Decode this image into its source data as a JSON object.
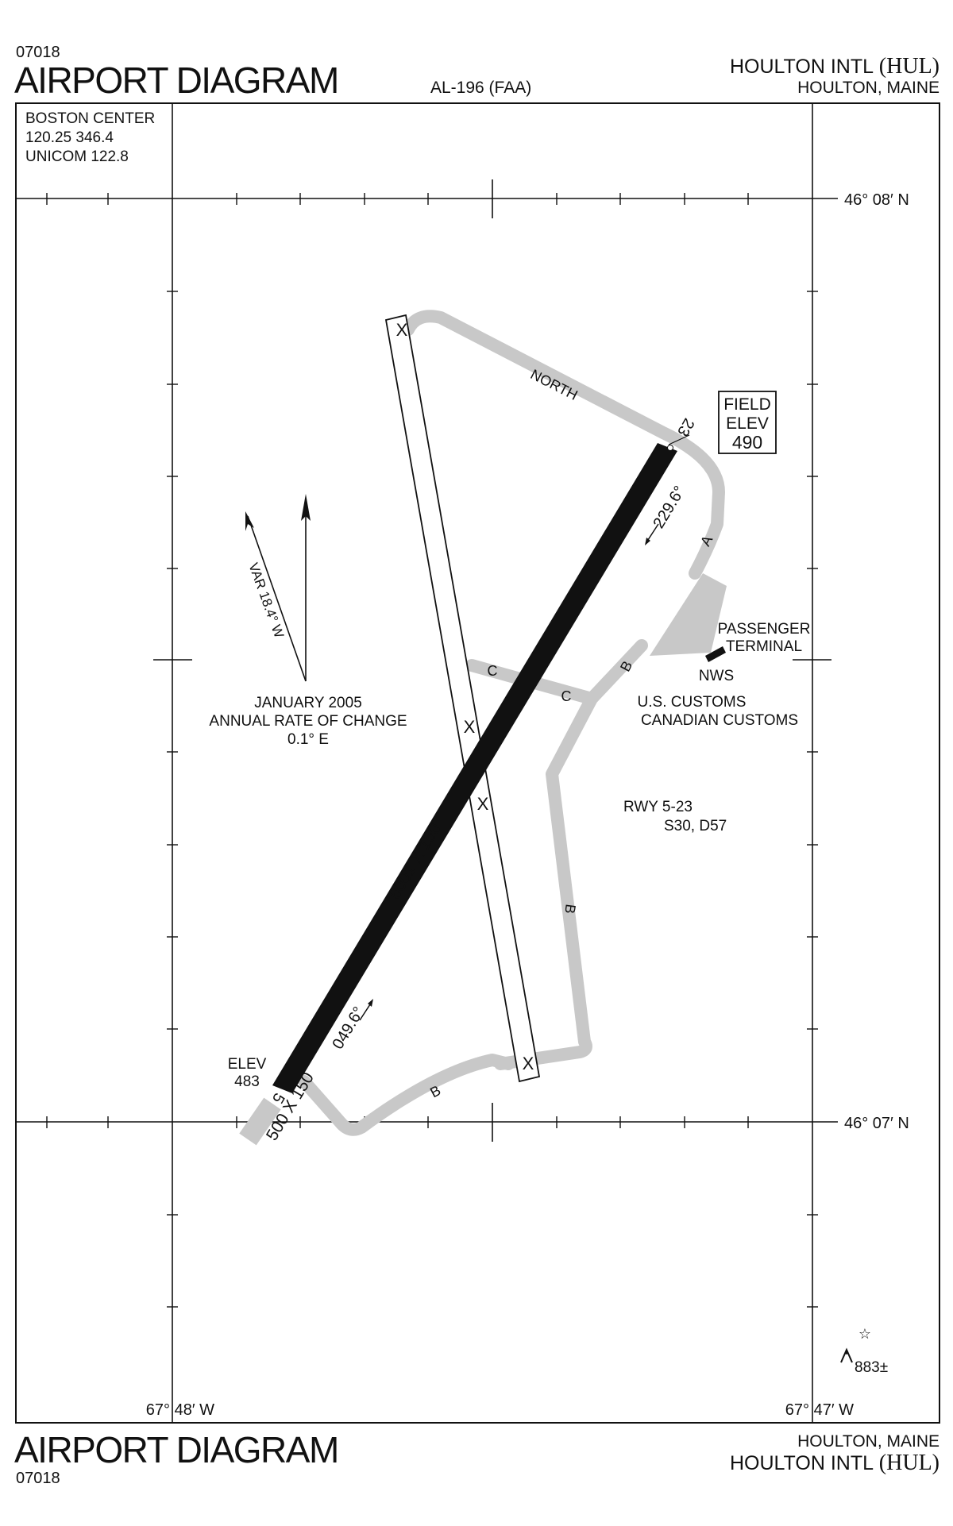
{
  "header": {
    "volume_code": "07018",
    "title": "AIRPORT DIAGRAM",
    "procedure_id": "AL-196 (FAA)",
    "airport_name": "HOULTON INTL",
    "airport_ident": "(HUL)",
    "city_state": "HOULTON, MAINE"
  },
  "comms": {
    "line1": "BOSTON CENTER",
    "line2": "120.25  346.4",
    "line3": "UNICOM 122.8"
  },
  "coordinates": {
    "lat_top": "46° 08′ N",
    "lat_bottom": "46° 07′ N",
    "lon_left": "67° 48′ W",
    "lon_right": "67° 47′ W"
  },
  "variation": {
    "var_label": "VAR 18.4° W",
    "date": "JANUARY 2005",
    "rate_label": "ANNUAL RATE OF CHANGE",
    "rate_value": "0.1° E"
  },
  "runway_main": {
    "end_low": "5",
    "end_high": "23",
    "heading_low": "049.6°",
    "heading_high": "229.6°",
    "dimensions": "5001 X 150",
    "stopway": "500 X 150",
    "elev_label": "ELEV",
    "elev_value": "483"
  },
  "runway_closed": {
    "mark": "X"
  },
  "field_elev": {
    "line1": "FIELD",
    "line2": "ELEV",
    "value": "490"
  },
  "taxiways": {
    "north": "NORTH",
    "a": "A",
    "b": "B",
    "c": "C"
  },
  "facilities": {
    "terminal_line1": "PASSENGER",
    "terminal_line2": "TERMINAL",
    "nws": "NWS",
    "us_customs": "U.S. CUSTOMS",
    "canadian_customs": "CANADIAN CUSTOMS"
  },
  "rwy_info": {
    "line1": "RWY 5-23",
    "line2": "S30, D57"
  },
  "obstacle": {
    "value": "883±"
  },
  "footer": {
    "title": "AIRPORT DIAGRAM",
    "volume_code": "07018",
    "city_state": "HOULTON, MAINE",
    "airport_name": "HOULTON INTL",
    "airport_ident": "(HUL)"
  },
  "colors": {
    "ink": "#111111",
    "taxiway": "#c8c8c8",
    "paper": "#ffffff"
  }
}
